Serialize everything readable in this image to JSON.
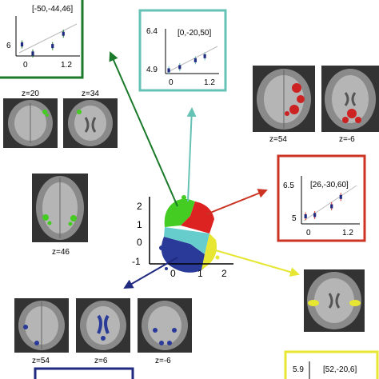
{
  "colors": {
    "green": "#1a7a2a",
    "teal": "#66c2b4",
    "red": "#cc3322",
    "yellow": "#e6e633",
    "navy": "#1f2a80",
    "blue": "#2a3a99",
    "lime": "#44cc22",
    "light_blue": "#66cccc"
  },
  "center_scatter": {
    "x_ticks": [
      "0",
      "1",
      "2"
    ],
    "y_ticks": [
      "2",
      "1",
      "0",
      "-1"
    ]
  },
  "brain_labels": {
    "green_a": "z=20",
    "green_b": "z=34",
    "green_c": "z=46",
    "red_a": "z=54",
    "red_b": "z=-6",
    "blue_a": "z=54",
    "blue_b": "z=6",
    "blue_c": "z=-6"
  },
  "chart_data": [
    {
      "type": "scatter",
      "title": "[-50,-44,46]",
      "color": "green",
      "x_ticks": [
        "0",
        "1.2"
      ],
      "y_ticks": [
        "6"
      ],
      "points": [
        [
          -0.1,
          6.02
        ],
        [
          0.2,
          5.8
        ],
        [
          0.75,
          5.98
        ],
        [
          1.05,
          6.28
        ]
      ]
    },
    {
      "type": "scatter",
      "title": "[0,-20,50]",
      "color": "teal",
      "x_ticks": [
        "0",
        "1.2"
      ],
      "y_ticks": [
        "6.4",
        "4.9"
      ],
      "points": [
        [
          -0.1,
          4.93
        ],
        [
          0.25,
          5.05
        ],
        [
          0.75,
          5.3
        ],
        [
          1.05,
          5.45
        ]
      ]
    },
    {
      "type": "scatter",
      "title": "[26,-30,60]",
      "color": "red",
      "x_ticks": [
        "0",
        "1.2"
      ],
      "y_ticks": [
        "6.5",
        "5"
      ],
      "points": [
        [
          -0.1,
          5.02
        ],
        [
          0.2,
          5.08
        ],
        [
          0.75,
          5.5
        ],
        [
          1.05,
          5.95
        ]
      ]
    },
    {
      "type": "scatter",
      "title": "[52,-20,6]",
      "color": "yellow",
      "x_ticks": [],
      "y_ticks": [
        "5.9"
      ],
      "points": []
    }
  ]
}
